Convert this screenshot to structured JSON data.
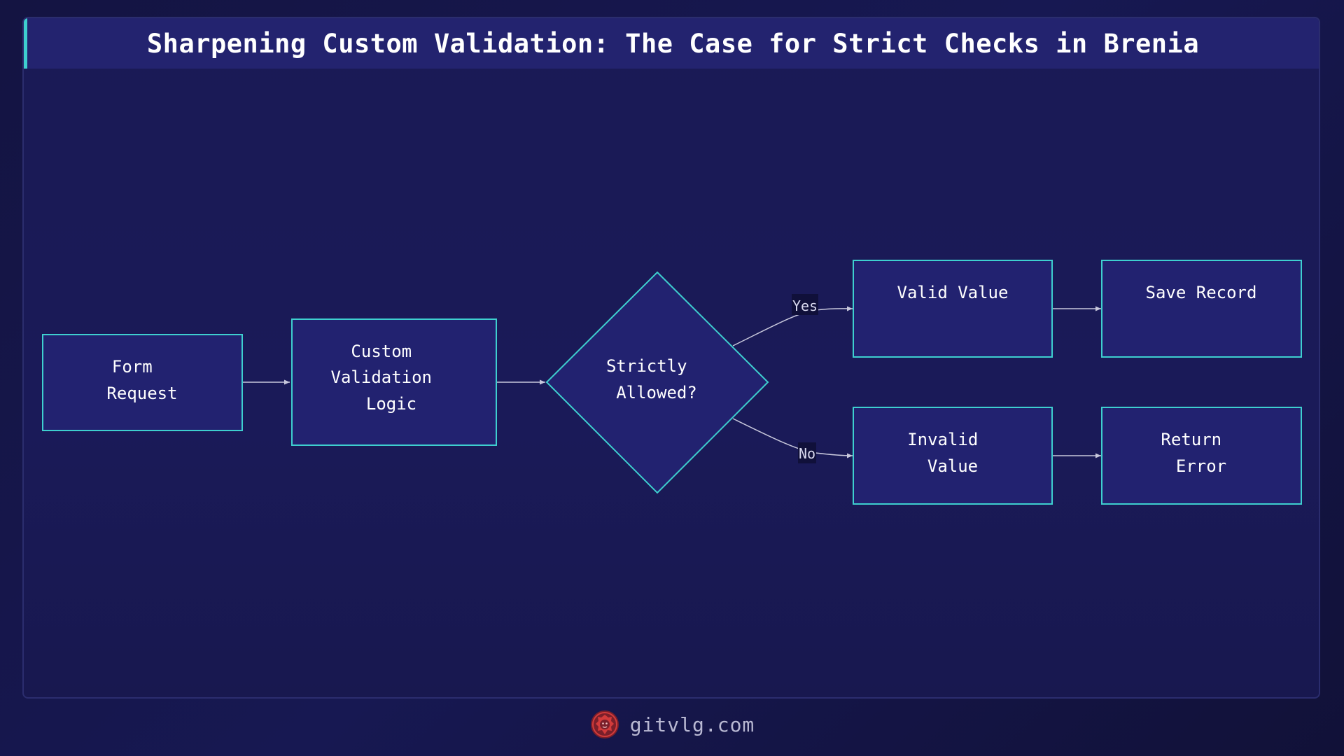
{
  "title": "Sharpening Custom Validation: The Case for Strict Checks in Brenia",
  "nodes": {
    "form_request": {
      "lines": [
        "Form",
        "Request"
      ]
    },
    "custom_validation": {
      "lines": [
        "Custom",
        "Validation",
        "Logic"
      ]
    },
    "decision": {
      "lines": [
        "Strictly",
        "Allowed?"
      ]
    },
    "valid_value": {
      "lines": [
        "Valid Value"
      ]
    },
    "save_record": {
      "lines": [
        "Save Record"
      ]
    },
    "invalid_value": {
      "lines": [
        "Invalid",
        "Value"
      ]
    },
    "return_error": {
      "lines": [
        "Return",
        "Error"
      ]
    }
  },
  "edges": {
    "yes_label": "Yes",
    "no_label": "No"
  },
  "footer": {
    "site": "gitvlg.com",
    "logo_icon": "lion-logo-icon"
  },
  "colors": {
    "node_fill": "#222270",
    "node_stroke": "#3ecfcf",
    "edge": "#c8c8dc",
    "accent": "#3ecfcf",
    "logo": "#d23b3b"
  }
}
